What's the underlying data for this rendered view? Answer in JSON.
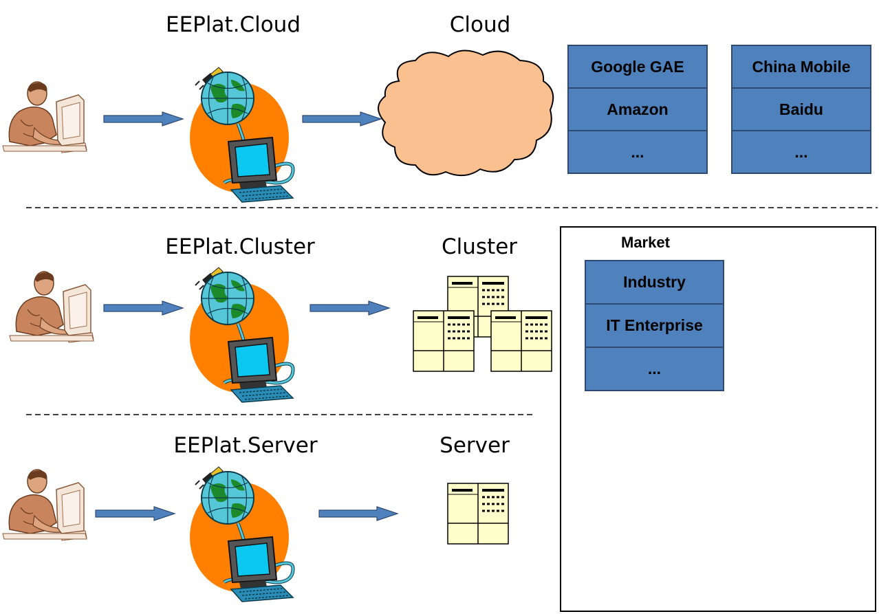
{
  "tiers": [
    {
      "title": "EEPlat.Cloud",
      "target": "Cloud"
    },
    {
      "title": "EEPlat.Cluster",
      "target": "Cluster"
    },
    {
      "title": "EEPlat.Server",
      "target": "Server"
    }
  ],
  "cloud_providers": [
    {
      "items": [
        "Google GAE",
        "Amazon",
        "..."
      ]
    },
    {
      "items": [
        "China Mobile",
        "Baidu",
        "..."
      ]
    }
  ],
  "market": {
    "title": "Market",
    "items": [
      "Industry",
      "IT Enterprise",
      "..."
    ]
  },
  "colors": {
    "arrow_fill": "#4f81bd",
    "cloud_fill": "#fac08f",
    "orange_disc": "#ff8000",
    "table_fill": "#4f81bd",
    "server_fill": "#ffffcc"
  },
  "icons": [
    "user-at-computer-icon",
    "globe-network-computer-icon",
    "cloud-icon",
    "server-icon"
  ]
}
